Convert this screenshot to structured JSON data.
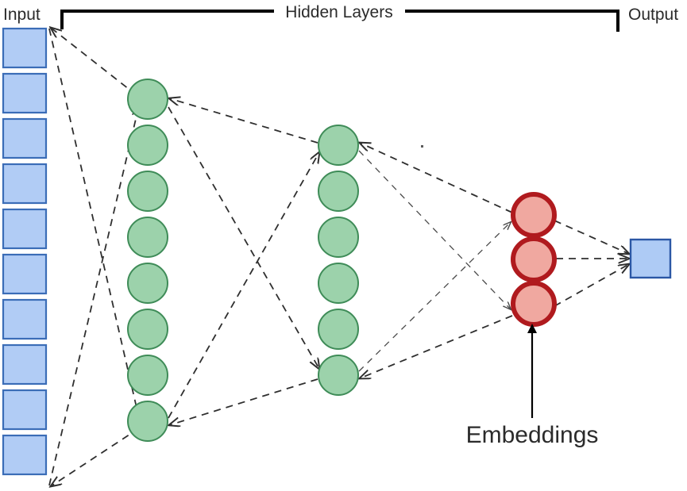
{
  "diagram": {
    "title_labels": {
      "input": "Input",
      "hidden": "Hidden Layers",
      "output": "Output",
      "embeddings": "Embeddings"
    },
    "colors": {
      "input_fill": "#b1ccf5",
      "input_stroke": "#3b6db7",
      "hidden_fill": "#9cd2ab",
      "hidden_stroke": "#3f8c58",
      "embedding_fill": "#f0a8a0",
      "embedding_stroke": "#b01a1e",
      "output_fill": "#aecbf5",
      "output_stroke": "#2b57a5",
      "connection": "#2f2f2f",
      "text": "#2b2b2b",
      "bracket": "#000000"
    },
    "layers": [
      {
        "name": "input-layer",
        "shape": "square",
        "count": 10,
        "label": "Input"
      },
      {
        "name": "hidden-layer-1",
        "shape": "circle",
        "count": 8,
        "label": "Hidden Layers"
      },
      {
        "name": "hidden-layer-2",
        "shape": "circle",
        "count": 6,
        "label": "Hidden Layers"
      },
      {
        "name": "embedding-layer",
        "shape": "circle",
        "count": 3,
        "label": "Embeddings"
      },
      {
        "name": "output-layer",
        "shape": "square",
        "count": 1,
        "label": "Output"
      }
    ]
  }
}
